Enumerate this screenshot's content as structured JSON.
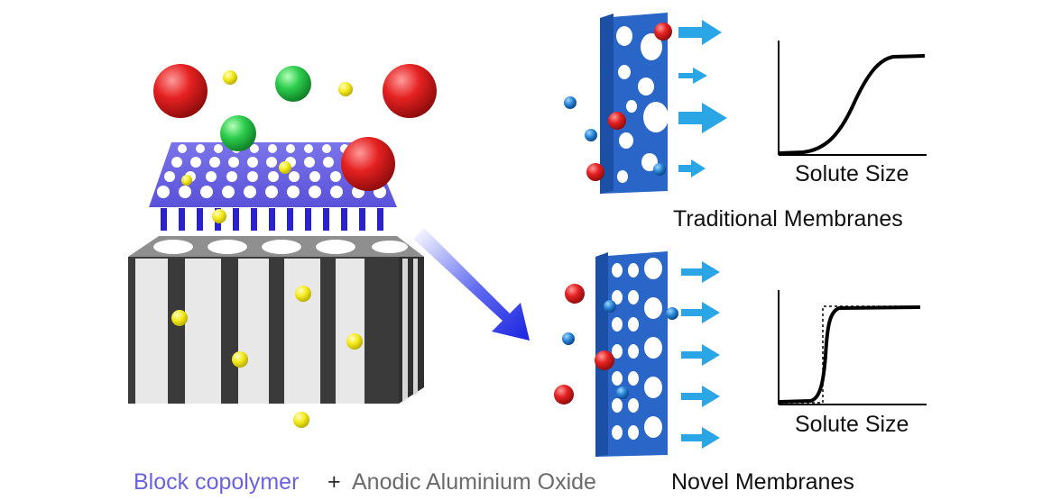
{
  "caption": {
    "block_copolymer": "Block copolymer",
    "plus": "+",
    "anodic_oxide": "Anodic Aluminium Oxide"
  },
  "traditional": {
    "label": "Traditional Membranes",
    "xlabel": "Solute Size"
  },
  "novel": {
    "label": "Novel Membranes",
    "xlabel": "Solute Size"
  },
  "colors": {
    "block_copolymer": "#6b63dc",
    "membrane_blue": "#2a66c8",
    "flow_arrow": "#2aa6e6",
    "large_solute": "#e01818",
    "medium_solute": "#25c04a",
    "small_solute": "#f2e81c"
  }
}
